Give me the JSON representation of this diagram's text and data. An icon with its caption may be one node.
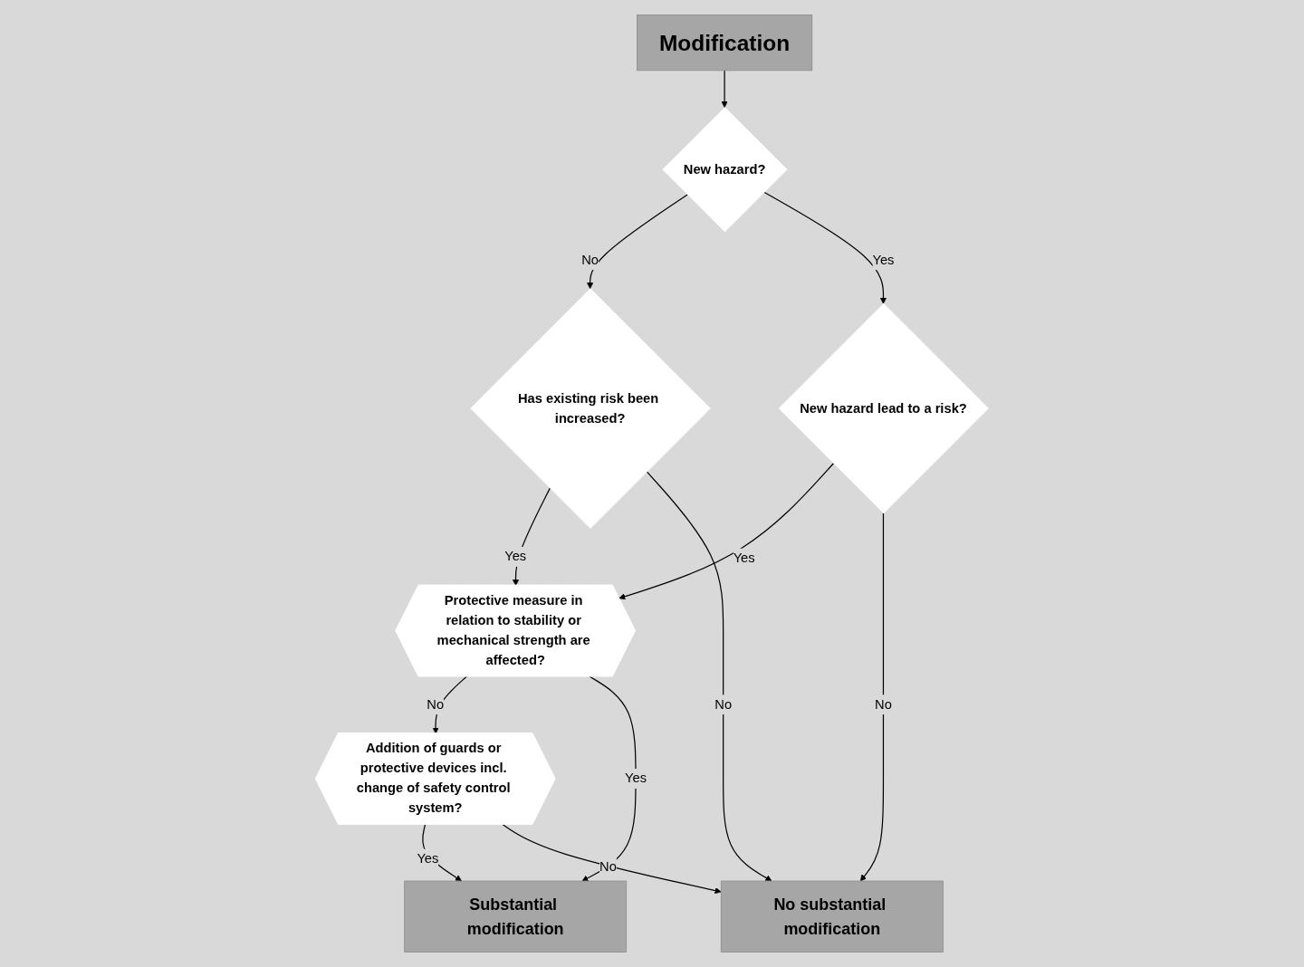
{
  "diagram": {
    "nodes": [
      {
        "text": [
          "Modification"
        ]
      },
      {
        "text": [
          "New hazard?"
        ]
      },
      {
        "text": [
          "Has existing risk been increased?"
        ]
      },
      {
        "text": [
          "New hazard lead to a risk?"
        ]
      },
      {
        "text": [
          "Protective measure in relation to stability or mechanical strength are affected?"
        ]
      },
      {
        "text": [
          "Addition of guards or protective devices incl. change of safety control system?"
        ]
      },
      {
        "text": [
          "Substantial modification"
        ]
      },
      {
        "text": [
          "No substantial modification"
        ]
      }
    ],
    "edges": [
      {
        "from": 0,
        "to": 1,
        "arrow": "to"
      },
      {
        "from": 1,
        "to": 2,
        "arrow": "to",
        "label": "No"
      },
      {
        "from": 1,
        "to": 3,
        "arrow": "to",
        "label": "Yes"
      },
      {
        "from": 2,
        "to": 4,
        "arrow": "to",
        "label": "Yes"
      },
      {
        "from": 2,
        "to": 7,
        "arrow": "to",
        "label": "No"
      },
      {
        "from": 3,
        "to": 4,
        "arrow": "to",
        "label": "Yes"
      },
      {
        "from": 3,
        "to": 7,
        "arrow": "to",
        "label": "No"
      },
      {
        "from": 4,
        "to": 5,
        "arrow": "to",
        "label": "No"
      },
      {
        "from": 4,
        "to": 6,
        "arrow": "to",
        "label": "Yes"
      },
      {
        "from": 5,
        "to": 6,
        "arrow": "to",
        "label": "Yes"
      },
      {
        "from": 5,
        "to": 7,
        "arrow": "to",
        "label": "No"
      }
    ]
  }
}
